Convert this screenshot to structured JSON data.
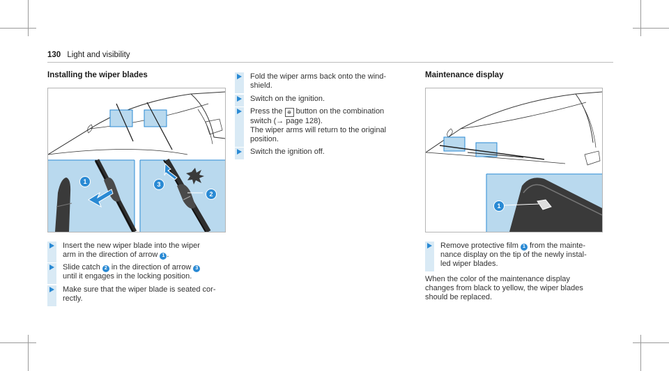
{
  "header": {
    "page_number": "130",
    "section": "Light and visibility"
  },
  "left": {
    "title": "Installing the wiper blades",
    "callouts": [
      "1",
      "2",
      "3"
    ],
    "steps": [
      {
        "l1": "Insert the new wiper blade into the wiper",
        "l2a": "arm in the direction of arrow ",
        "n1": "1",
        "l2b": "."
      },
      {
        "l1a": "Slide catch ",
        "n1": "2",
        "l1b": " in the direction of arrow ",
        "n2": "3",
        "l2": "until it engages in the locking position."
      },
      {
        "l1": "Make sure that the wiper blade is seated cor-",
        "l2": "rectly."
      }
    ]
  },
  "middle": {
    "steps": [
      {
        "l1": "Fold the wiper arms back onto the wind-",
        "l2": "shield."
      },
      {
        "l1": "Switch on the ignition."
      },
      {
        "l1a": "Press the ",
        "icon": "⛯",
        "l1b": " button on the combination",
        "l2": "switch (→ page 128).",
        "l3": "The wiper arms will return to the original",
        "l4": "position."
      },
      {
        "l1": "Switch the ignition off."
      }
    ]
  },
  "right": {
    "title": "Maintenance display",
    "callout": "1",
    "step": {
      "l1a": "Remove protective film ",
      "n1": "1",
      "l1b": " from the mainte-",
      "l2": "nance display on the tip of the newly instal-",
      "l3": "led wiper blades."
    },
    "para": [
      "When the color of the maintenance display",
      "changes from black to yellow, the wiper blades",
      "should be replaced."
    ]
  },
  "colors": {
    "accent": "#2a8ad4",
    "panel": "#b9d9ee",
    "step_bar": "#d9eaf5"
  }
}
